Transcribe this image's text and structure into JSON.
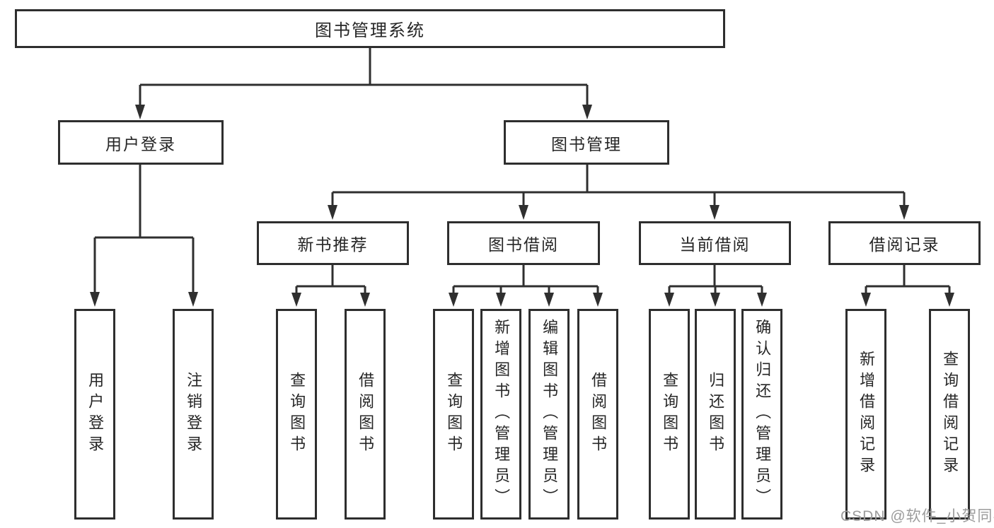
{
  "diagram": {
    "root": {
      "label": "图书管理系统"
    },
    "level2": [
      {
        "label": "用户登录"
      },
      {
        "label": "图书管理"
      }
    ],
    "level3": [
      {
        "label": "新书推荐"
      },
      {
        "label": "图书借阅"
      },
      {
        "label": "当前借阅"
      },
      {
        "label": "借阅记录"
      }
    ],
    "level4": [
      {
        "label": "用户登录"
      },
      {
        "label": "注销登录"
      },
      {
        "label": "查询图书"
      },
      {
        "label": "借阅图书"
      },
      {
        "label": "查询图书"
      },
      {
        "label": "新增图书（管理员）"
      },
      {
        "label": "编辑图书（管理员）"
      },
      {
        "label": "借阅图书"
      },
      {
        "label": "查询图书"
      },
      {
        "label": "归还图书"
      },
      {
        "label": "确认归还（管理员）"
      },
      {
        "label": "新增借阅记录"
      },
      {
        "label": "查询借阅记录"
      }
    ],
    "colors": {
      "line": "#2f2f2f",
      "border": "#2e2e2e",
      "text": "#262626"
    }
  },
  "watermark": {
    "text": "CSDN @软件_小贺同学",
    "color": "#9c9c9c"
  }
}
